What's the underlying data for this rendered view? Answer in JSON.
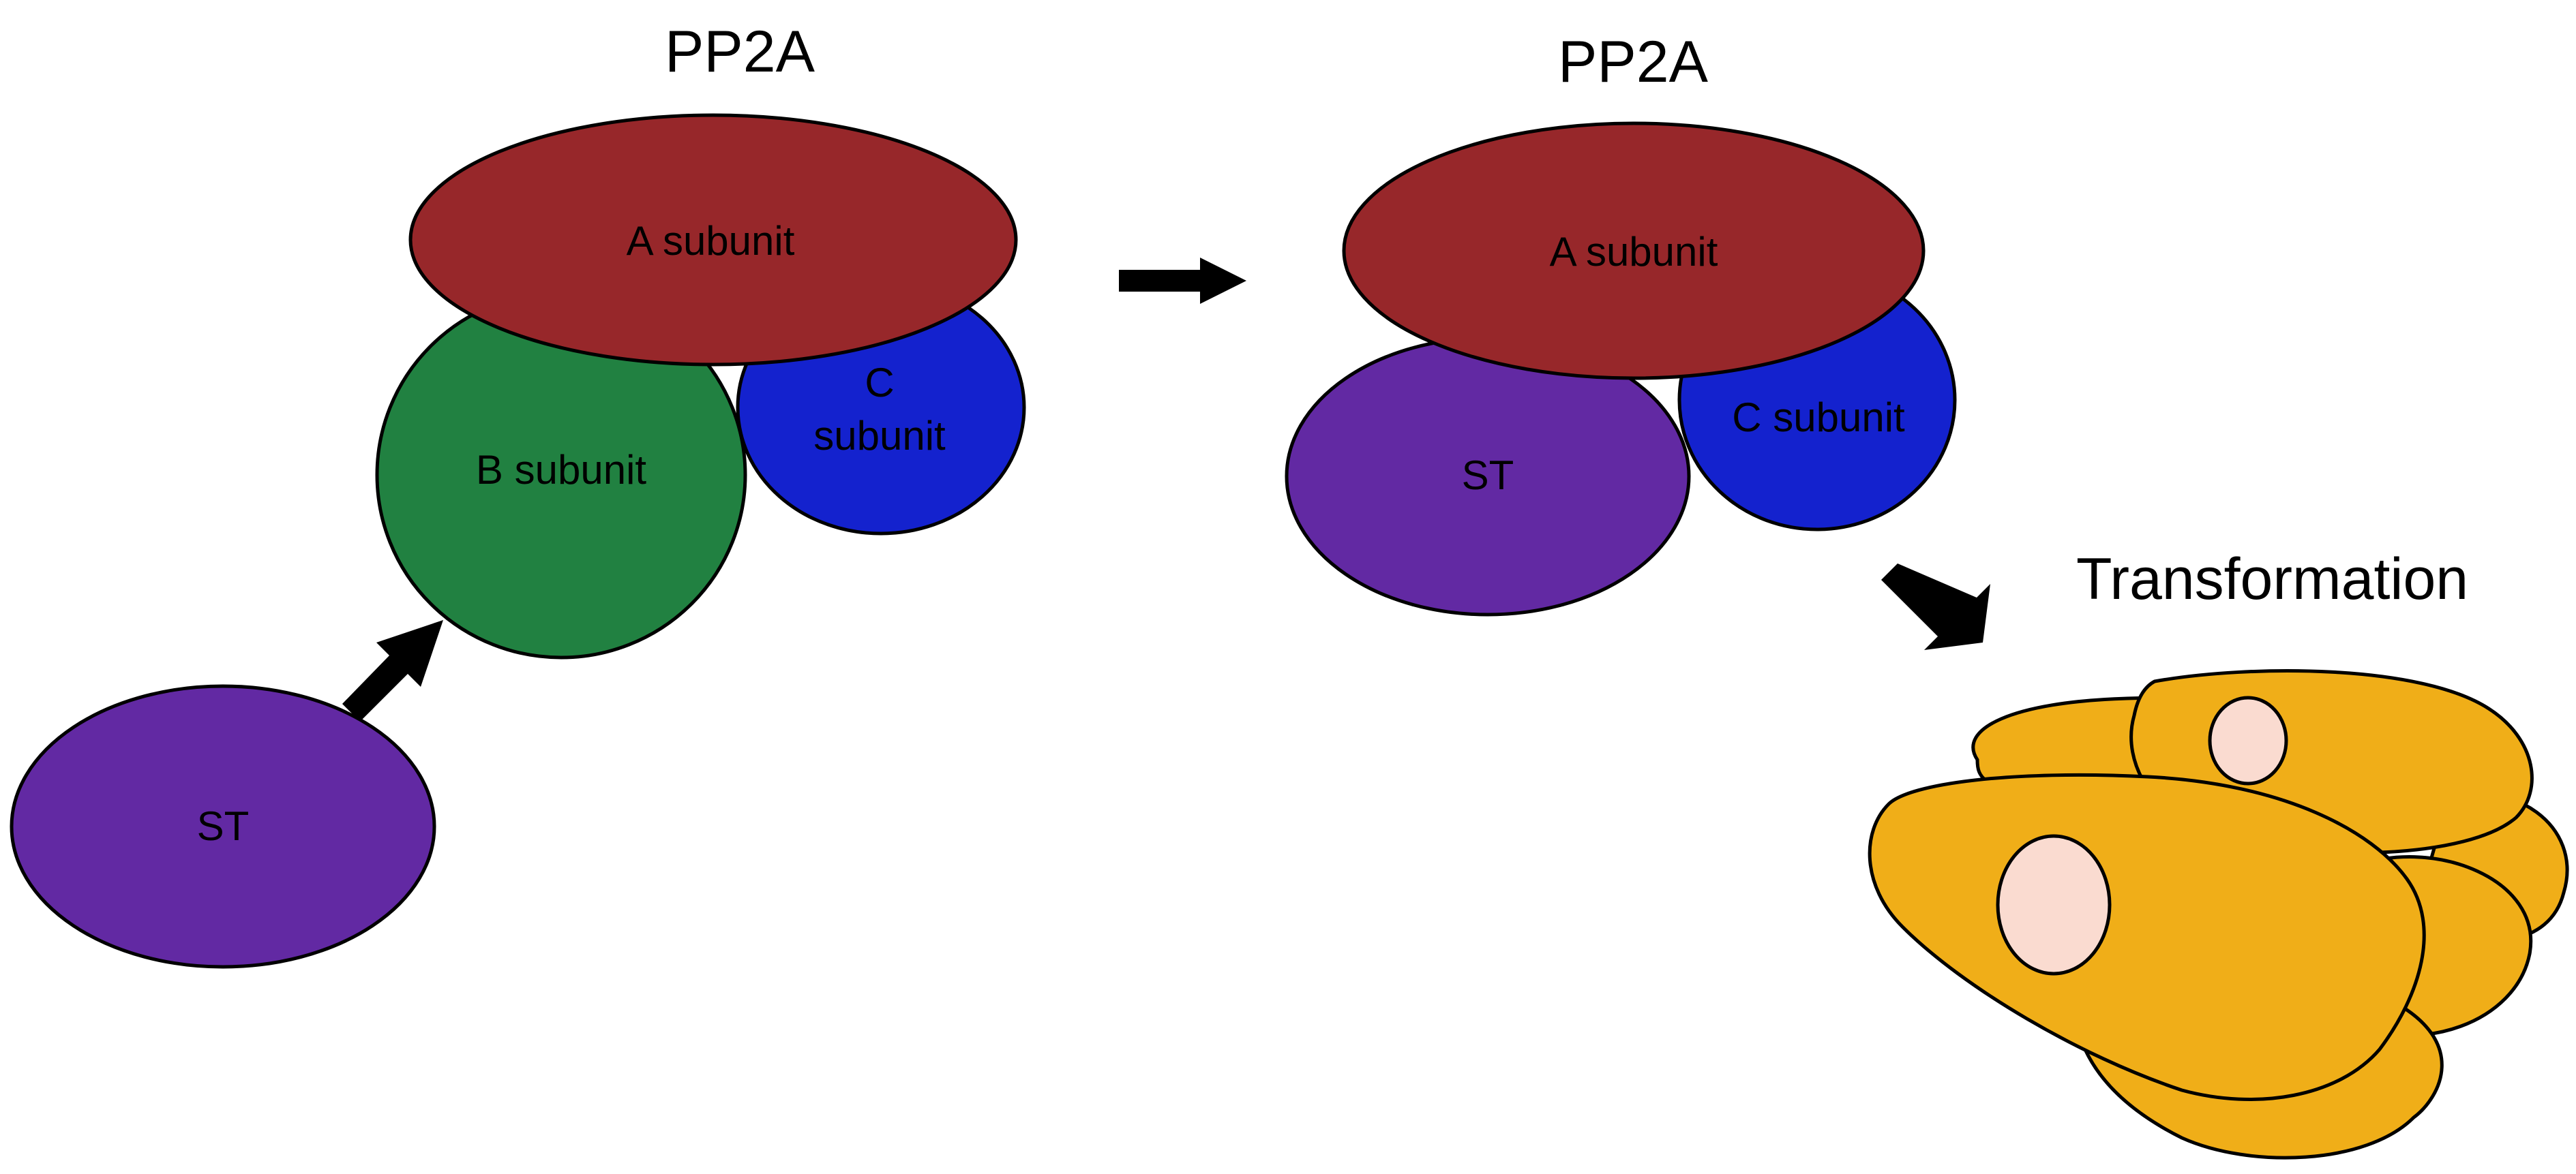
{
  "colors": {
    "a_subunit": "#97272a",
    "b_subunit": "#218141",
    "c_subunit": "#1422ce",
    "st": "#6229a3",
    "cell": "#f0ae18",
    "nucleus": "#fadbd0",
    "arrow": "#000000"
  },
  "left_complex": {
    "title": "PP2A",
    "a_label": "A subunit",
    "b_label": "B subunit",
    "c_label_line1": "C",
    "c_label_line2": "subunit",
    "st_label": "ST"
  },
  "right_complex": {
    "title": "PP2A",
    "a_label": "A subunit",
    "st_label": "ST",
    "c_label": "C subunit"
  },
  "transformation_label": "Transformation"
}
